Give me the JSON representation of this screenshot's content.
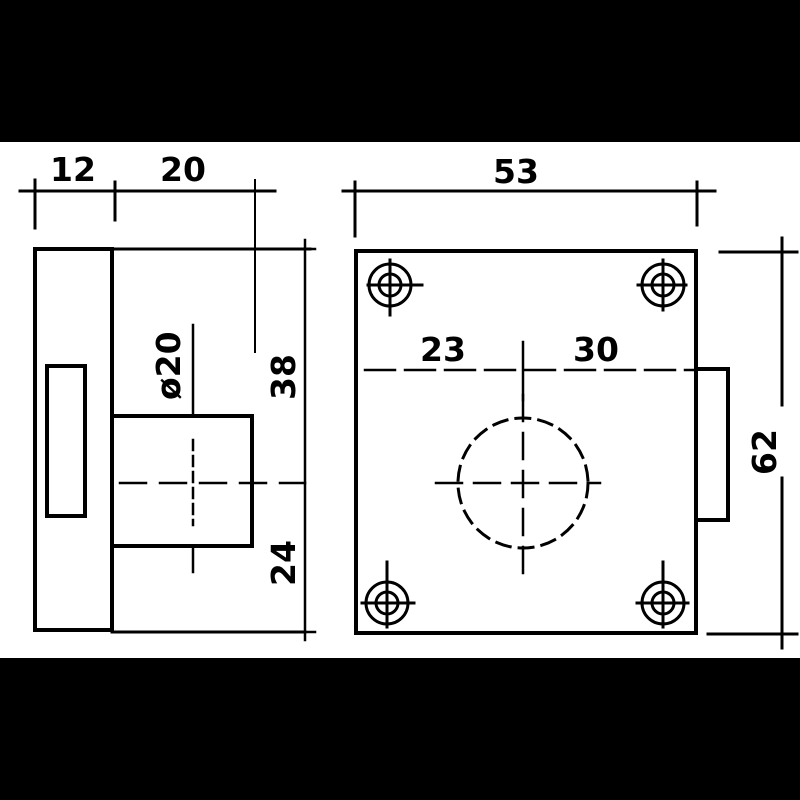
{
  "drawing": {
    "title": "Rim lock dimension drawing",
    "colors": {
      "background": "#000000",
      "sheet": "#ffffff",
      "ink": "#000000"
    },
    "side_view": {
      "dimensions": {
        "flange_width": "12",
        "body_depth": "20",
        "cylinder_diameter": "ø20",
        "top_to_axis": "38",
        "axis_to_bottom": "24"
      }
    },
    "front_view": {
      "dimensions": {
        "width": "53",
        "left_to_axis": "23",
        "axis_to_right": "30",
        "height": "62"
      },
      "screw_holes": 4
    }
  }
}
